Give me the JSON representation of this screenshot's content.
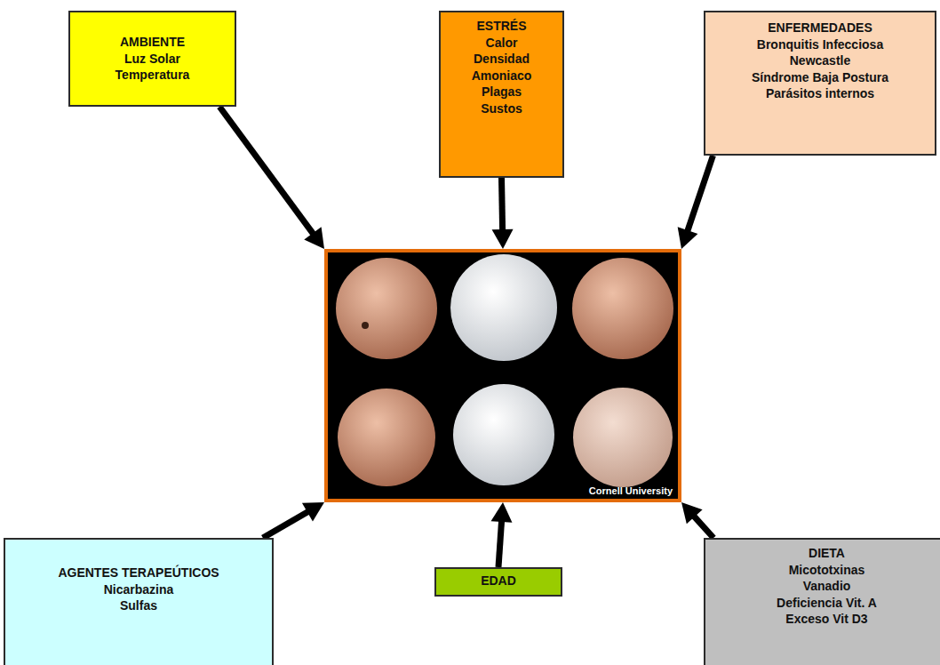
{
  "diagram": {
    "nodes": [
      {
        "text": [
          "AMBIENTE",
          "Luz Solar",
          "Temperatura"
        ]
      },
      {
        "text": [
          "ESTRÉS",
          "Calor",
          "Densidad",
          "Amoniaco",
          "Plagas",
          "Sustos"
        ]
      },
      {
        "text": [
          "ENFERMEDADES",
          "Bronquitis Infecciosa",
          "Newcastle",
          "Síndrome Baja Postura",
          "Parásitos internos"
        ]
      },
      {
        "text": [
          "Cornell University"
        ]
      },
      {
        "text": [
          "AGENTES TERAPEÚTICOS",
          "Nicarbazina",
          "Sulfas"
        ]
      },
      {
        "text": [
          "EDAD"
        ]
      },
      {
        "text": [
          "DIETA",
          "Micototxinas",
          "Vanadio",
          "Deficiencia Vit. A",
          "Exceso Vit D3"
        ]
      }
    ],
    "edges": [
      {
        "from": 0,
        "to": 3,
        "arrow": "to"
      },
      {
        "from": 1,
        "to": 3,
        "arrow": "to"
      },
      {
        "from": 2,
        "to": 3,
        "arrow": "to"
      },
      {
        "from": 4,
        "to": 3,
        "arrow": "to"
      },
      {
        "from": 5,
        "to": 3,
        "arrow": "to"
      },
      {
        "from": 6,
        "to": 3,
        "arrow": "to"
      }
    ]
  }
}
